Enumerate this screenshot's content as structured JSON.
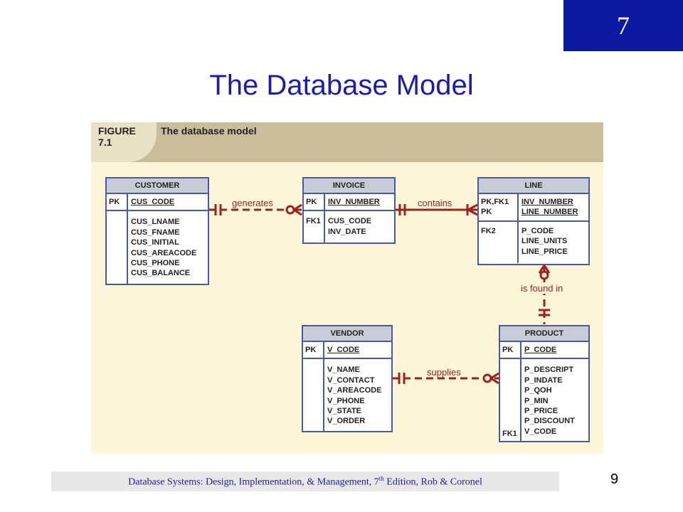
{
  "chapter": "7",
  "title": "The Database Model",
  "figure": {
    "label_line1": "FIGURE",
    "label_line2": "7.1",
    "caption": "The database model"
  },
  "entities": {
    "customer": {
      "name": "CUSTOMER",
      "pk_key": "PK",
      "pk_attr": "CUS_CODE",
      "attrs": [
        "CUS_LNAME",
        "CUS_FNAME",
        "CUS_INITIAL",
        "CUS_AREACODE",
        "CUS_PHONE",
        "CUS_BALANCE"
      ]
    },
    "invoice": {
      "name": "INVOICE",
      "pk_key": "PK",
      "pk_attr": "INV_NUMBER",
      "fk_key": "FK1",
      "attrs": [
        "CUS_CODE",
        "INV_DATE"
      ]
    },
    "line": {
      "name": "LINE",
      "pk_key1": "PK,FK1",
      "pk_key2": "PK",
      "pk_attr1": "INV_NUMBER",
      "pk_attr2": "LINE_NUMBER",
      "fk_key": "FK2",
      "attrs": [
        "P_CODE",
        "LINE_UNITS",
        "LINE_PRICE"
      ]
    },
    "vendor": {
      "name": "VENDOR",
      "pk_key": "PK",
      "pk_attr": "V_CODE",
      "attrs": [
        "V_NAME",
        "V_CONTACT",
        "V_AREACODE",
        "V_PHONE",
        "V_STATE",
        "V_ORDER"
      ]
    },
    "product": {
      "name": "PRODUCT",
      "pk_key": "PK",
      "pk_attr": "P_CODE",
      "fk_key": "FK1",
      "attrs": [
        "P_DESCRIPT",
        "P_INDATE",
        "P_QOH",
        "P_MIN",
        "P_PRICE",
        "P_DISCOUNT",
        "V_CODE"
      ]
    }
  },
  "relationships": {
    "generates": "generates",
    "contains": "contains",
    "is_found_in": "is found in",
    "supplies": "supplies"
  },
  "footer": {
    "text_before": "Database Systems: Design, Implementation, & Management, 7",
    "sup": "th",
    "text_after": " Edition, Rob & Coronel",
    "page": "9"
  },
  "colors": {
    "chapter_box": "#0b1aa0",
    "title": "#1c1ca8",
    "relationship": "#a02020",
    "entity_border": "#4a5aa0",
    "figure_bg": "#fbf7d8"
  }
}
